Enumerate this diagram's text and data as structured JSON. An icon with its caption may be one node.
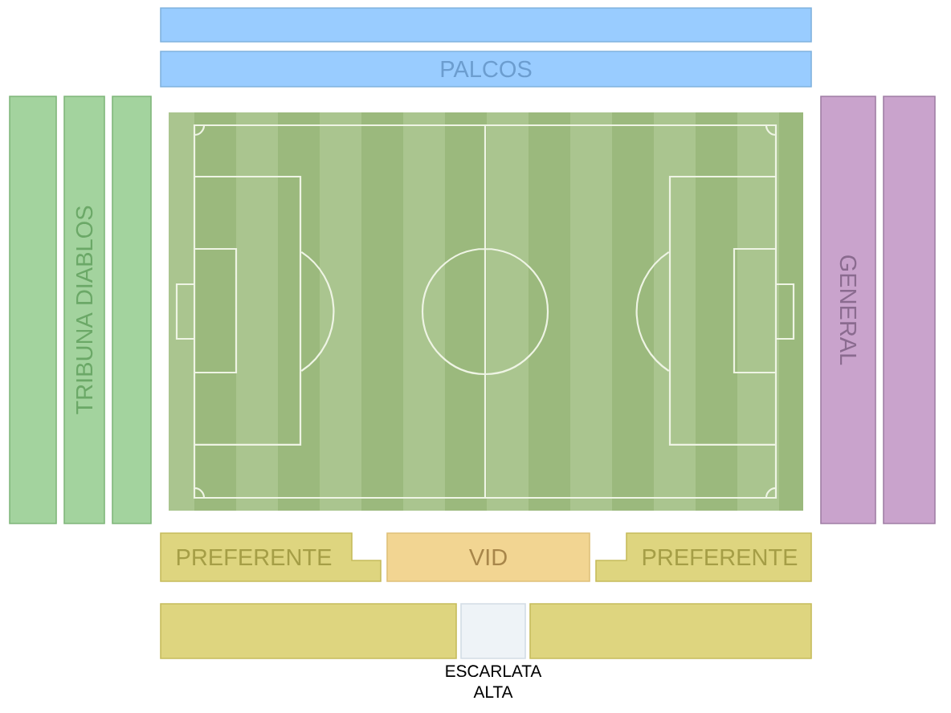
{
  "diagram": {
    "nodes": [
      {
        "text": [],
        "shape": "box"
      },
      {
        "text": [
          "PALCOS"
        ]
      },
      {
        "text": [],
        "shape": "box"
      },
      {
        "text": [
          "TRIBUNA DIABLOS"
        ]
      },
      {
        "text": [],
        "shape": "box"
      },
      {
        "text": [
          "GENERAL"
        ]
      },
      {
        "text": [],
        "shape": "box"
      },
      {
        "text": [
          "PREFERENTE"
        ]
      },
      {
        "text": [
          "VID"
        ]
      },
      {
        "text": [
          "PREFERENTE"
        ]
      },
      {
        "text": [],
        "shape": "box"
      },
      {
        "text": [
          "ESCARLATA ALTA"
        ]
      },
      {
        "text": [],
        "shape": "box"
      }
    ]
  }
}
